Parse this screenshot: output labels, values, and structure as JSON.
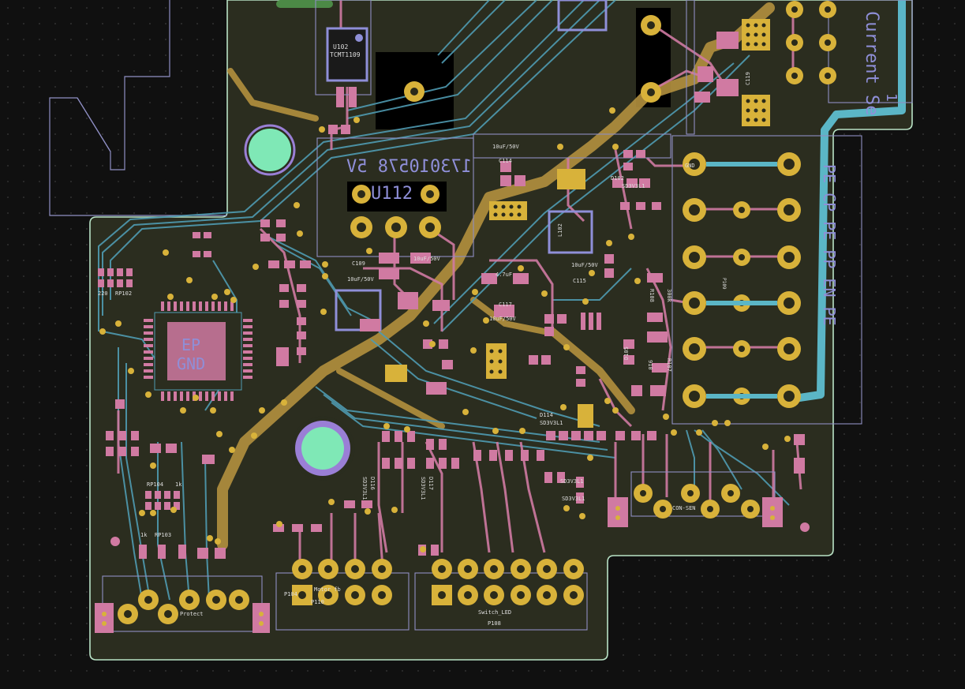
{
  "colors": {
    "background": "#101010",
    "grid_dot": "#3a3a3a",
    "board_fill": "#2b2d1f",
    "edge_cut": "#b9e3c6",
    "courtyard": "#8f8fc4",
    "copper_front": "#d07aa2",
    "copper_back": "#4f9bb2",
    "copper_back_bright": "#5bb6c6",
    "power_trace": "#b3903e",
    "pad_gold": "#d8b23a",
    "pad_hole": "#2a2a1a",
    "silk_blue": "#8f8fd8",
    "silk_white": "#dedede",
    "mounting_hole": "#7fe8b6",
    "mounting_ring": "#9a7fd6",
    "component_black": "#000000"
  },
  "silk": {
    "ref_u102": "U102",
    "val_u102": "TCMT1109",
    "big_part": "173010578 5V",
    "ref_u112": "U112",
    "ep_label": "EP",
    "gnd_label": "GND",
    "current_label": "Current Se",
    "current_num": "1",
    "gnd": "GND",
    "header_row": "PE CP PE PP EN PE",
    "c109": "C109",
    "c114": "C114",
    "c115": "C115",
    "c117": "C117",
    "c119": "C119",
    "cap_value": "10uF/50V",
    "cap_value2": "4.7uF",
    "l102": "L102",
    "r220": "220",
    "rp102": "RP102",
    "rp104": "RP104",
    "rp103": "RP103",
    "r1k": "1k",
    "r108": "R108",
    "r107": "R107",
    "r300k": "300k",
    "r910": "910",
    "d102": "D102",
    "d105": "D105",
    "d114": "D114",
    "d116": "D116",
    "d117": "D117",
    "sd3v3": "SD3V3L1",
    "p109": "P109",
    "con_sens": "CON-SEN",
    "protect": "Protect",
    "switch_led": "Switch_LED",
    "p108": "P108",
    "p104": "P104",
    "motor_fb": "Motor fb",
    "p110": "P110"
  }
}
